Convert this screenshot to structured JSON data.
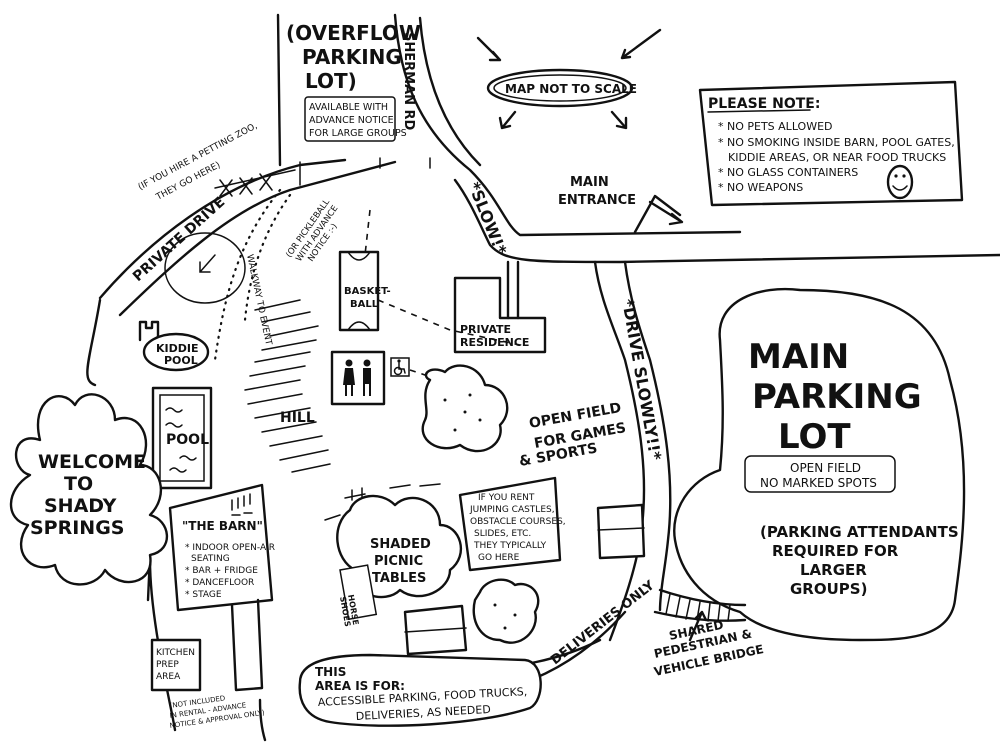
{
  "title_map": {
    "welcome_line1": "WELCOME",
    "welcome_line2": "TO",
    "welcome_line3": "SHADY",
    "welcome_line4": "SPRINGS"
  },
  "labels": {
    "overflow_line1": "(OVERFLOW",
    "overflow_line2": "PARKING",
    "overflow_line3": "LOT)",
    "overflow_note_line1": "AVAILABLE WITH",
    "overflow_note_line2": "ADVANCE NOTICE",
    "overflow_note_line3": "FOR LARGE GROUPS",
    "sherman_rd": "SHERMAN RD",
    "map_not_to_scale": "MAP NOT TO SCALE",
    "slow": "*SLOW!*",
    "main_entrance_line1": "MAIN",
    "main_entrance_line2": "ENTRANCE",
    "private_drive": "PRIVATE DRIVE",
    "petting_zoo_line1": "(IF YOU HIRE A PETTING ZOO,",
    "petting_zoo_line2": "THEY GO HERE)",
    "walkway": "WALKWAY TO EVENT",
    "pickleball_line1": "(OR PICKLEBALL",
    "pickleball_line2": "WITH ADVANCE",
    "pickleball_line3": "NOTICE :-)",
    "basketball_line1": "BASKET-",
    "basketball_line2": "BALL",
    "private_residence_line1": "PRIVATE",
    "private_residence_line2": "RESIDENCE",
    "drive_slowly": "*DRIVE SLOWLY!!*",
    "kiddie_pool_line1": "KIDDIE",
    "kiddie_pool_line2": "POOL",
    "pool": "POOL",
    "hill": "HILL",
    "open_field_line1": "OPEN FIELD",
    "open_field_line2": "FOR GAMES",
    "open_field_line3": "& SPORTS",
    "barn_title": "\"THE BARN\"",
    "barn_item1": "* INDOOR OPEN-AIR",
    "barn_item1b": "SEATING",
    "barn_item2": "* BAR + FRIDGE",
    "barn_item3": "* DANCEFLOOR",
    "barn_item4": "* STAGE",
    "picnic_line1": "SHADED",
    "picnic_line2": "PICNIC",
    "picnic_line3": "TABLES",
    "jumping_line1": "IF YOU RENT",
    "jumping_line2": "JUMPING CASTLES,",
    "jumping_line3": "OBSTACLE COURSES,",
    "jumping_line4": "SLIDES, ETC.",
    "jumping_line5": "THEY TYPICALLY",
    "jumping_line6": "GO HERE",
    "horseshoes_line1": "HORSE",
    "horseshoes_line2": "SHOES",
    "kitchen_line1": "KITCHEN",
    "kitchen_line2": "PREP",
    "kitchen_line3": "AREA",
    "kitchen_note_line1": "(NOT INCLUDED",
    "kitchen_note_line2": "IN RENTAL - ADVANCE",
    "kitchen_note_line3": "NOTICE & APPROVAL ONLY)",
    "this_area_line1": "THIS",
    "this_area_line2": "AREA IS FOR:",
    "this_area_line3": "ACCESSIBLE PARKING, FOOD TRUCKS,",
    "this_area_line4": "DELIVERIES, AS NEEDED",
    "deliveries_only": "DELIVERIES ONLY",
    "bridge_line1": "SHARED",
    "bridge_line2": "PEDESTRIAN &",
    "bridge_line3": "VEHICLE BRIDGE",
    "main_parking_line1": "MAIN",
    "main_parking_line2": "PARKING",
    "main_parking_line3": "LOT",
    "main_parking_sub1": "OPEN FIELD",
    "main_parking_sub2": "NO MARKED SPOTS",
    "attendants_line1": "(PARKING ATTENDANTS",
    "attendants_line2": "REQUIRED FOR",
    "attendants_line3": "LARGER",
    "attendants_line4": "GROUPS)"
  },
  "notice": {
    "heading": "PLEASE NOTE:",
    "items": [
      "* NO PETS ALLOWED",
      "* NO SMOKING INSIDE BARN, POOL GATES,",
      "KIDDIE AREAS, OR NEAR FOOD TRUCKS",
      "* NO GLASS CONTAINERS",
      "* NO WEAPONS"
    ],
    "smiley_icon": "smiley-face-icon"
  },
  "icons": {
    "restroom": "restroom-icon",
    "accessible": "wheelchair-icon",
    "tree": "tree-icon",
    "castle": "castle-icon"
  },
  "colors": {
    "ink": "#111111",
    "paper": "#ffffff"
  }
}
